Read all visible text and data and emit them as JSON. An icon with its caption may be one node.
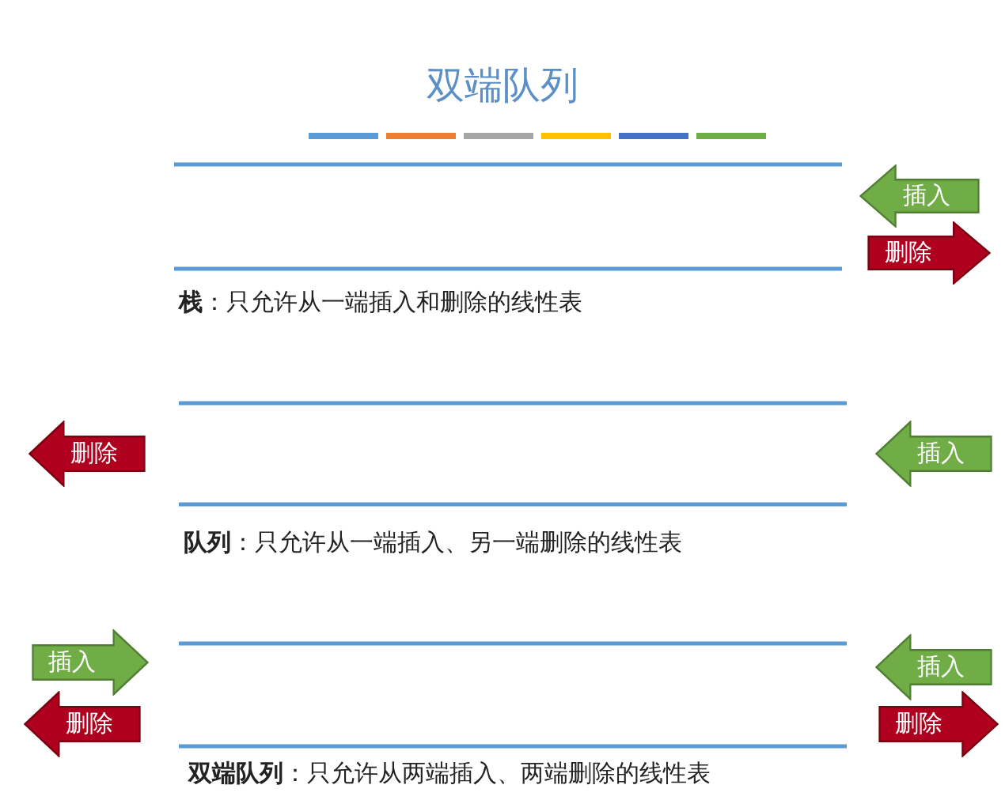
{
  "diagram": {
    "title": "双端队列",
    "nodes": [
      {
        "text": [
          "插入"
        ]
      },
      {
        "text": [
          "删除"
        ]
      },
      {
        "text": [
          "删除"
        ]
      },
      {
        "text": [
          "插入"
        ]
      },
      {
        "text": [
          "插入"
        ]
      },
      {
        "text": [
          "插入"
        ]
      },
      {
        "text": [
          "删除"
        ]
      },
      {
        "text": [
          "删除"
        ]
      }
    ],
    "labels": [
      "**栈**：只允许从一端插入和删除的线性表",
      "**队列**：只允许从一端插入、另一端删除的线性表",
      "**双端队列**：只允许从两端插入、两端删除的线性表"
    ]
  }
}
